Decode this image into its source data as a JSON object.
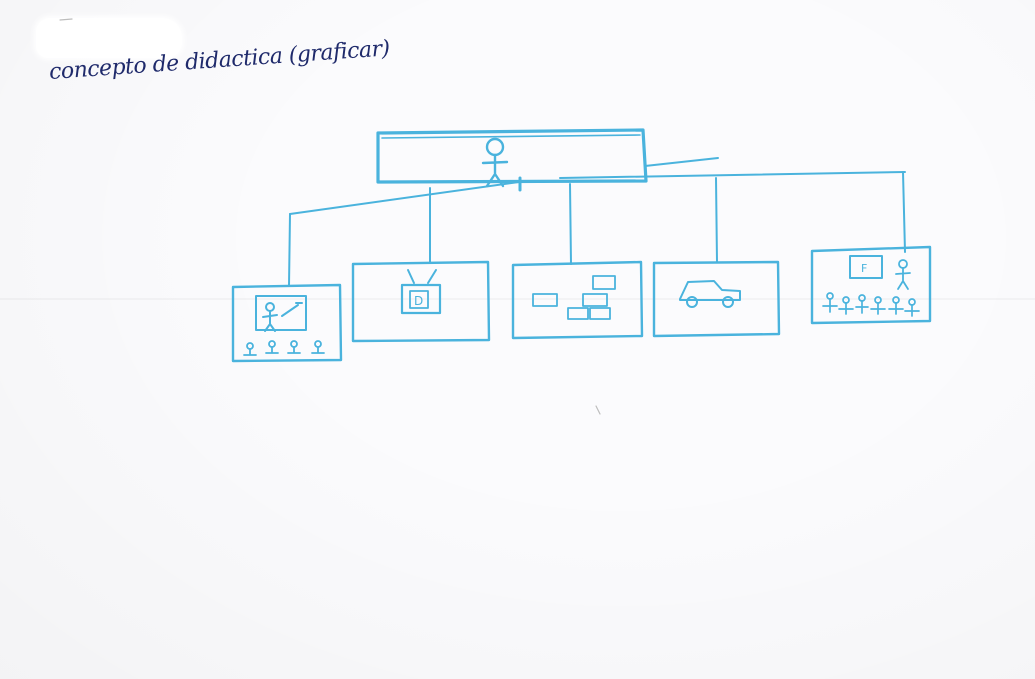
{
  "heading": "concepto de didactica (graficar)",
  "ink_color": "#4ab3dd",
  "heading_ink": "#1f2a6b",
  "ghost_lines": [
    "",
    "",
    "",
    "",
    "",
    "",
    "",
    "",
    ""
  ],
  "figures": {
    "top_box": "teacher-figure",
    "child_boxes": [
      "teacher-at-board-with-students",
      "television",
      "picture-cards",
      "car",
      "teacher-at-board-with-students"
    ]
  },
  "tv_letter": "D",
  "board_letter": "F"
}
